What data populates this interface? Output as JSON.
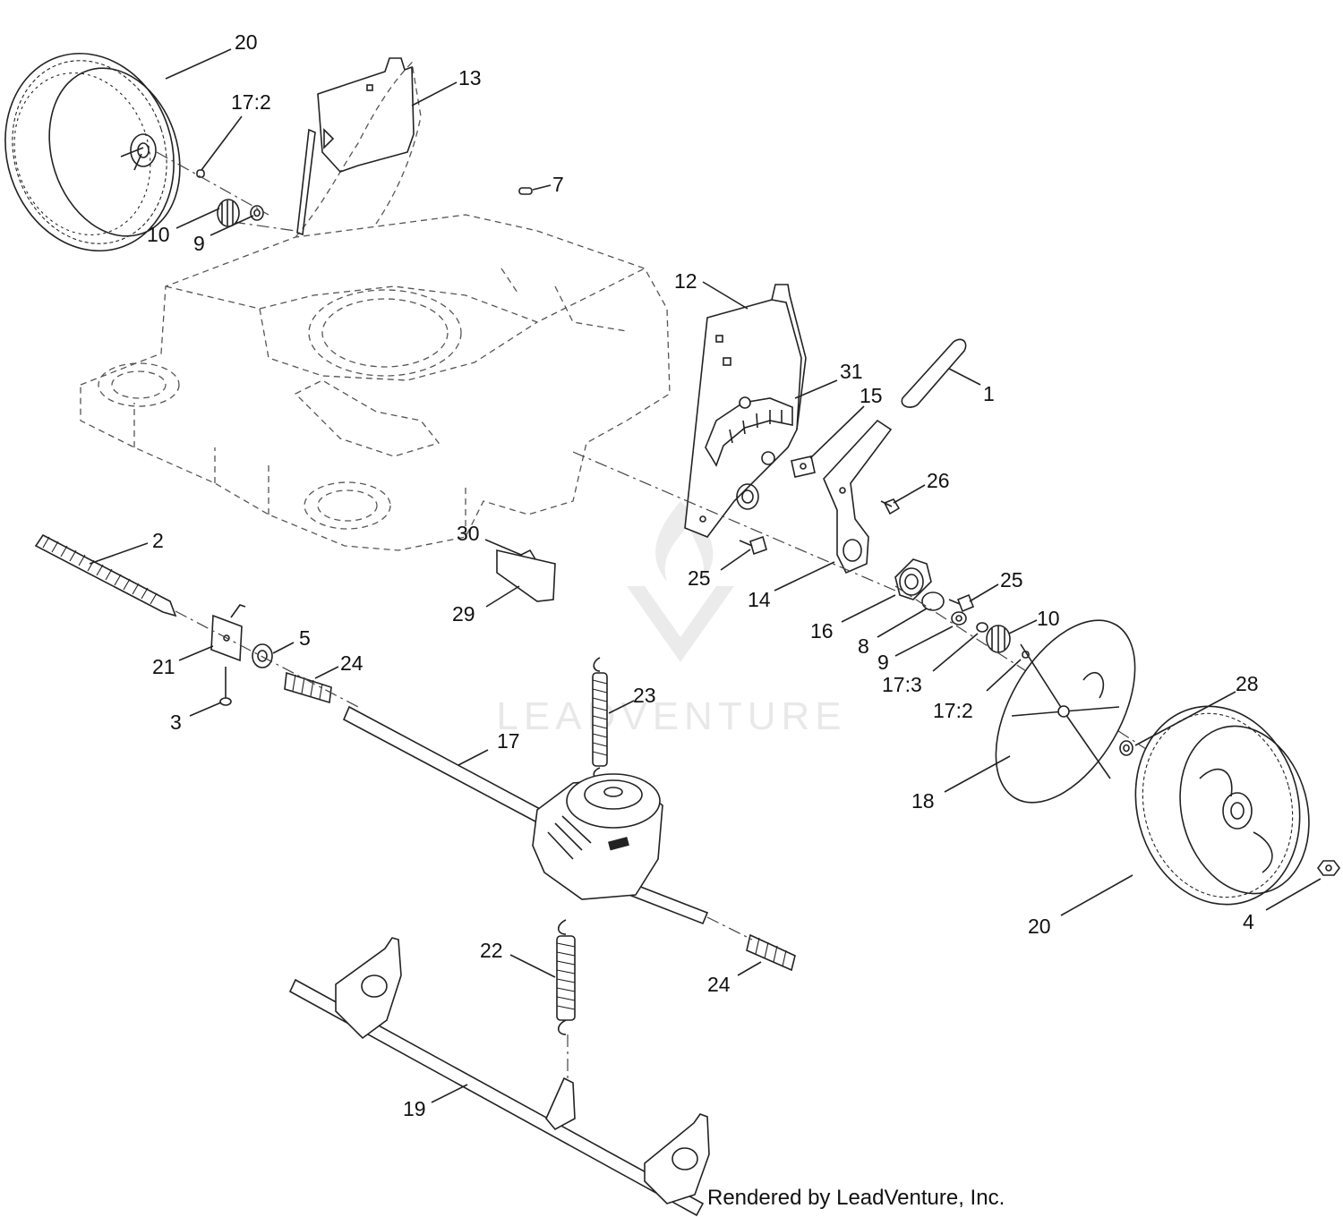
{
  "diagram": {
    "footer": "Rendered by LeadVenture, Inc.",
    "watermark": "LEADVENTURE",
    "colors": {
      "ink": "#222222",
      "watermark": "#d8d8d8",
      "background": "#ffffff"
    },
    "callouts": {
      "c20_top": "20",
      "c17_2_top": "17:2",
      "c13": "13",
      "c7": "7",
      "c10_top": "10",
      "c9_top": "9",
      "c12": "12",
      "c31": "31",
      "c15": "15",
      "c1": "1",
      "c26": "26",
      "c2": "2",
      "c30": "30",
      "c25_a": "25",
      "c25_b": "25",
      "c14": "14",
      "c29": "29",
      "c16": "16",
      "c8": "8",
      "c10_right": "10",
      "c9_right": "9",
      "c17_3": "17:3",
      "c17_2_right": "17:2",
      "c5": "5",
      "c21": "21",
      "c24_a": "24",
      "c23": "23",
      "c28": "28",
      "c3": "3",
      "c17": "17",
      "c18": "18",
      "c20_right": "20",
      "c4": "4",
      "c22": "22",
      "c24_b": "24",
      "c19": "19"
    }
  }
}
